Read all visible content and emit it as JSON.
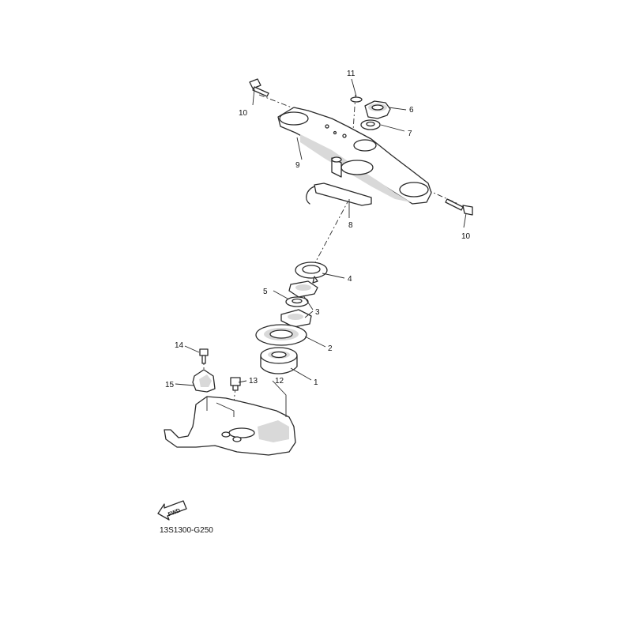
{
  "diagram": {
    "drawing_code": "13S1300-G250",
    "fwd_label": "FWD",
    "callouts": [
      {
        "id": "c1",
        "label": "1"
      },
      {
        "id": "c2",
        "label": "2"
      },
      {
        "id": "c3",
        "label": "3"
      },
      {
        "id": "c4",
        "label": "4"
      },
      {
        "id": "c5",
        "label": "5"
      },
      {
        "id": "c6",
        "label": "6"
      },
      {
        "id": "c7",
        "label": "7"
      },
      {
        "id": "c8",
        "label": "8"
      },
      {
        "id": "c9",
        "label": "9"
      },
      {
        "id": "c10a",
        "label": "10"
      },
      {
        "id": "c10b",
        "label": "10"
      },
      {
        "id": "c11",
        "label": "11"
      },
      {
        "id": "c12",
        "label": "12"
      },
      {
        "id": "c13",
        "label": "13"
      },
      {
        "id": "c14",
        "label": "14"
      },
      {
        "id": "c15",
        "label": "15"
      }
    ]
  }
}
